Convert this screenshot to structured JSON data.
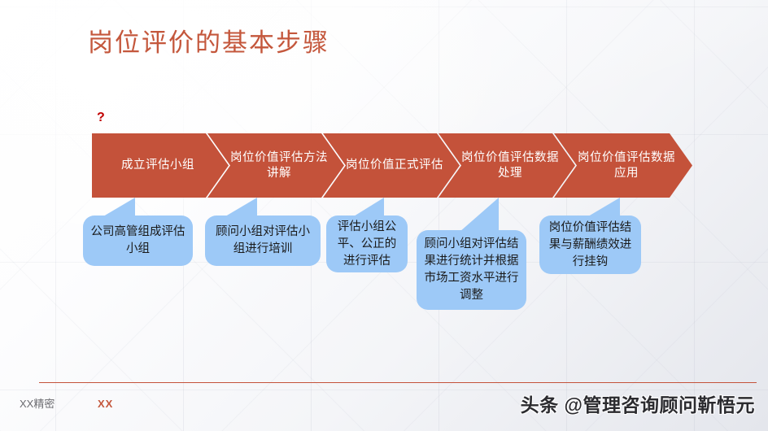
{
  "slide": {
    "title": "岗位评价的基本步骤",
    "marker": "?",
    "accent_color": "#C4523A",
    "callout_color": "#9DC9F7",
    "title_color": "#C4573C"
  },
  "process": {
    "steps": [
      {
        "label": "成立评估小组"
      },
      {
        "label": "岗位价值评估方法讲解"
      },
      {
        "label": "岗位价值正式评估"
      },
      {
        "label": "岗位价值评估数据处理"
      },
      {
        "label": "岗位价值评估数据应用"
      }
    ]
  },
  "callouts": [
    {
      "label": "公司高管组成评估小组"
    },
    {
      "label": "顾问小组对评估小组进行培训"
    },
    {
      "label": "评估小组公平、公正的进行评估"
    },
    {
      "label": "顾问小组对评估结果进行统计并根据市场工资水平进行调整"
    },
    {
      "label": "岗位价值评估结果与薪酬绩效进行挂钩"
    }
  ],
  "footer": {
    "company": "XX精密",
    "brand": "XX",
    "watermark": "头条 @管理咨询顾问靳悟元"
  }
}
